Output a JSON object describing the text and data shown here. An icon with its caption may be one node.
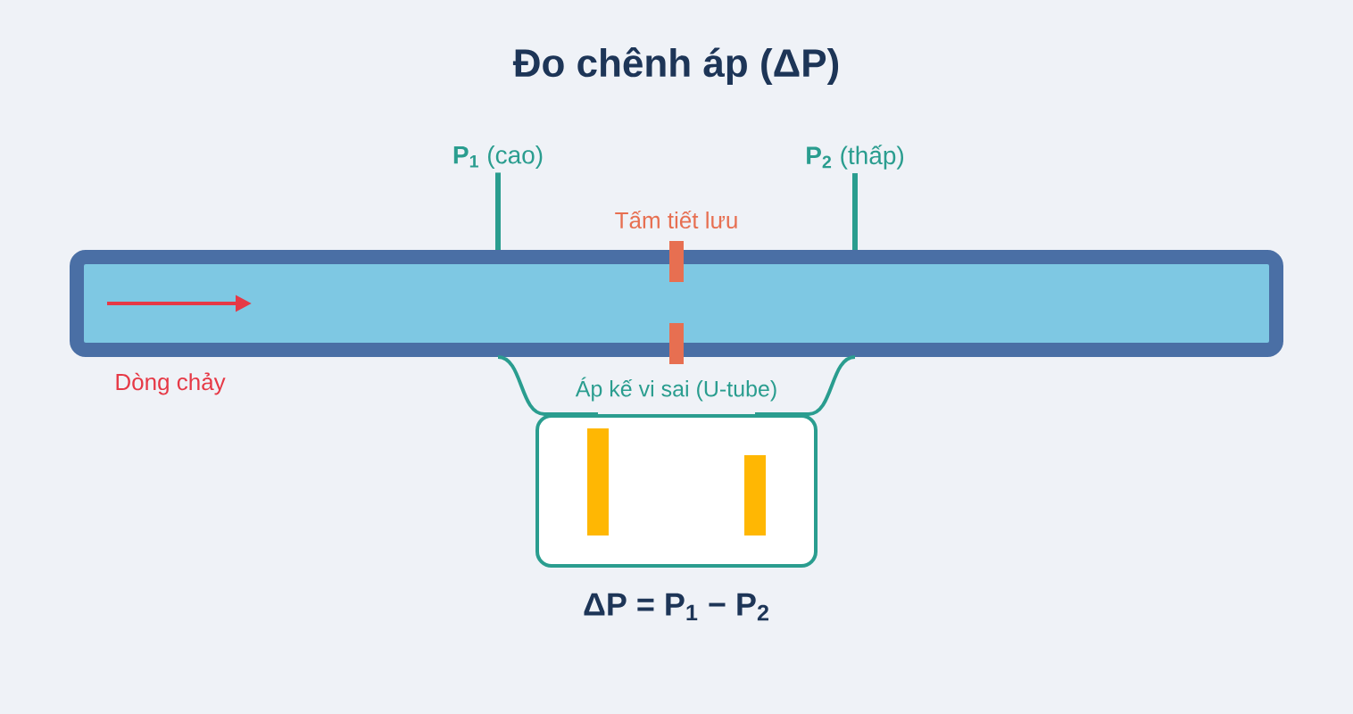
{
  "diagram": {
    "title": "Đo chênh áp (ΔP)",
    "nodes": [
      {
        "text": [],
        "shape": "bar"
      },
      {
        "text": [
          "**P$_{1}$** (cao)"
        ]
      },
      {
        "text": [
          "**P$_{2}$** (thấp)"
        ]
      },
      {
        "text": [
          "Áp kế vi sai (U-tube)"
        ]
      }
    ],
    "edges": [
      {
        "from": 1,
        "to": 0,
        "arrow": "none"
      },
      {
        "from": 2,
        "to": 0,
        "arrow": "none"
      },
      {
        "from": 0,
        "to": 3,
        "arrow": "none"
      },
      {
        "from": 0,
        "to": 3,
        "arrow": "none"
      }
    ],
    "labels": [
      "Tấm tiết lưu",
      "Dòng chảy",
      "ΔP = P$_{1}$ − P$_{2}$"
    ]
  }
}
